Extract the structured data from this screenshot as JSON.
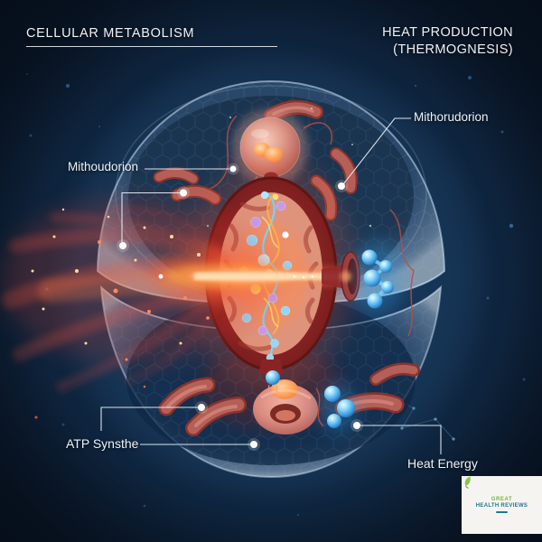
{
  "header": {
    "title_left": "CELLULAR METABOLISM",
    "title_right": {
      "line1": "HEAT PRODUCTION",
      "line2": "(THERMOGNESIS)"
    }
  },
  "callouts": {
    "top_right": "Mithorudorion",
    "mid_left": "Mithoudorion",
    "bottom_left": "ATP Synsthe",
    "bottom_right": "Heat Energy"
  },
  "logo": {
    "line1": "GREAT",
    "line2": "HEALTH REVIEWS"
  },
  "colors": {
    "background": "#0c1b31",
    "cell_membrane": "#aac6e6",
    "mitochondrion_red": "#8a2424",
    "energy_orange": "#ff6a35",
    "atp_blue": "#3fa1e0",
    "label_text": "#eef3f8",
    "logo_green": "#7cb342",
    "logo_teal": "#22768f"
  }
}
